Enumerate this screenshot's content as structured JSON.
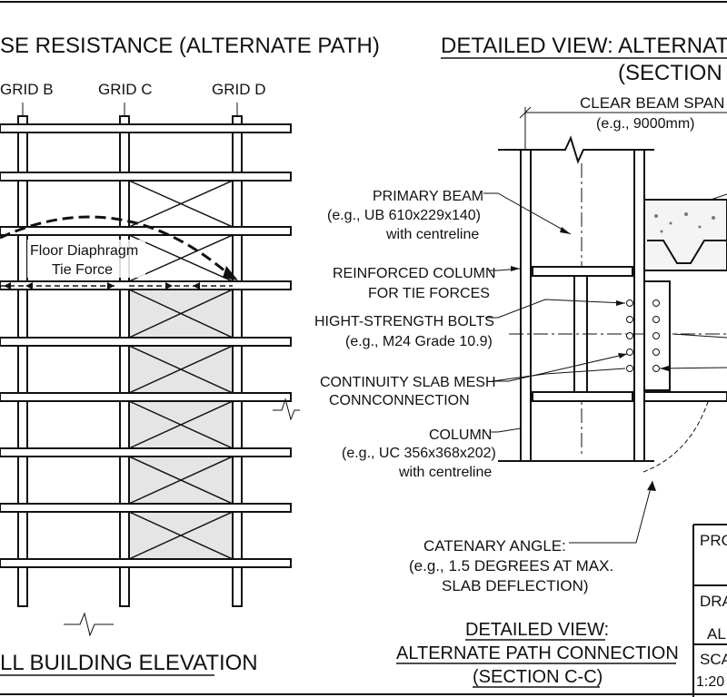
{
  "left_view": {
    "title": "SE RESISTANCE (ALTERNATE PATH)",
    "grids": [
      "GRID B",
      "GRID C",
      "GRID D"
    ],
    "tie_force_label": [
      "Floor Diaphragm",
      "Tie Force"
    ],
    "caption": "LL BUILDING ELEVATION"
  },
  "right_view": {
    "title": "DETAILED VIEW: ALTERNATE",
    "section": "(SECTION C-",
    "span_label": "CLEAR BEAM SPAN",
    "span_example": "(e.g., 9000mm)",
    "labels": [
      [
        "PRIMARY BEAM",
        "(e.g., UB 610x229x140)",
        "with centreline"
      ],
      [
        "REINFORCED COLUMN",
        "FOR TIE FORCES"
      ],
      [
        "HIGHT-STRENGTH BOLTS",
        "(e.g., M24 Grade 10.9)"
      ],
      [
        "CONTINUITY SLAB MESH",
        "CONNCONNECTION"
      ],
      [
        "COLUMN",
        "(e.g., UC 356x368x202)",
        "with centreline"
      ]
    ],
    "catenary_label": [
      "CATENARY ANGLE:",
      "(e.g., 1.5 DEGREES AT MAX.",
      "SLAB DEFLECTION)"
    ],
    "caption": [
      "DETAILED VIEW:",
      "ALTERNATE PATH CONNECTION",
      "(SECTION C-C)"
    ]
  },
  "title_block": [
    "PRO",
    "DRA",
    "AL",
    "SCA",
    "1:20"
  ]
}
